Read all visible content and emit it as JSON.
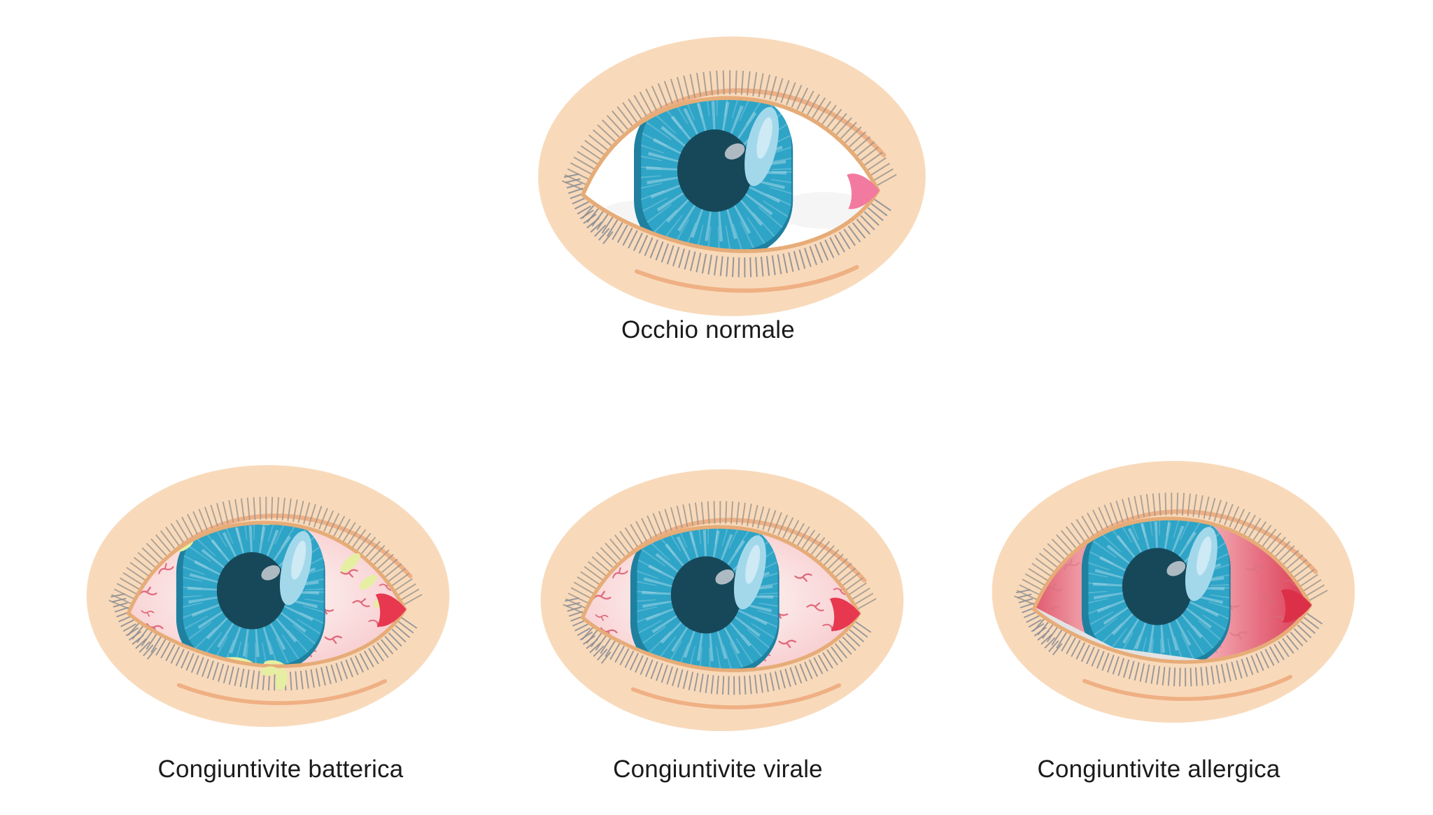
{
  "page": {
    "background": "#FFFFFF",
    "language": "it"
  },
  "figures": [
    {
      "id": "normal",
      "label": "Occhio normale",
      "type": "normal-eye",
      "redness": "none",
      "discharge": "none"
    },
    {
      "id": "bacterial",
      "label": "Congiuntivite batterica",
      "type": "bacterial-conjunctivitis-eye",
      "redness": "mild",
      "discharge": "purulent-yellow"
    },
    {
      "id": "viral",
      "label": "Congiuntivite virale",
      "type": "viral-conjunctivitis-eye",
      "redness": "mild",
      "discharge": "watery-white"
    },
    {
      "id": "allergic",
      "label": "Congiuntivite allergica",
      "type": "allergic-conjunctivitis-eye",
      "redness": "severe",
      "discharge": "watery-white"
    }
  ],
  "colors": {
    "skin": "#F8DABB",
    "lid_line": "#E6AC78",
    "crease": "#EFB084",
    "lash": "#8C8E96",
    "iris": "#2EA4C7",
    "iris_dark": "#1F80A0",
    "iris_highlight": "#A3D8EB",
    "pupil": "#17485A",
    "sclera_normal": "#FFFFFF",
    "sclera_irritated_center": "#FBE4E4",
    "sclera_irritated_edge": "#F4BEC1",
    "sclera_allergic_center": "#F7C2C7",
    "sclera_allergic_edge": "#DB3A52",
    "vessel": "#E0697C",
    "pus": "#E6EEA2",
    "discharge": "#E3E3E4",
    "caruncle_pink": "#F2799F",
    "caruncle_red": "#E73850",
    "label_text": "#1A1A1A",
    "page_bg": "#FFFFFF"
  }
}
